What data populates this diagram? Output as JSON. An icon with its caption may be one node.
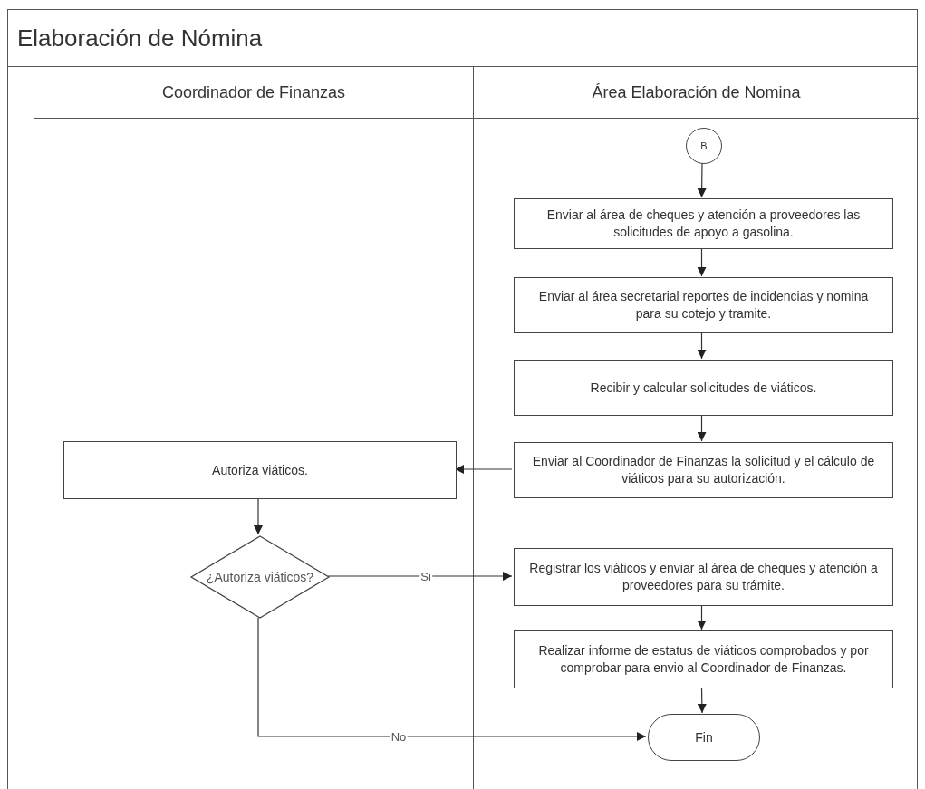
{
  "diagram": {
    "nodes": [
      {
        "text": [
          "Elaboración de Nómina"
        ]
      },
      {
        "text": [
          "Coordinador de Finanzas"
        ],
        "in": 0
      },
      {
        "text": [
          "Área Elaboración de Nomina"
        ],
        "in": 0
      },
      {
        "text": [
          "B"
        ],
        "in": 2
      },
      {
        "text": [
          "Enviar al área de cheques y atención a proveedores las solicitudes de apoyo a gasolina."
        ],
        "in": 2
      },
      {
        "text": [
          "Enviar al área secretarial reportes de incidencias y nomina para su cotejo y tramite."
        ],
        "in": 2
      },
      {
        "text": [
          "Recibir y calcular solicitudes de viáticos."
        ],
        "in": 2
      },
      {
        "text": [
          "Enviar al Coordinador de Finanzas la solicitud y el cálculo de viáticos para su autorización."
        ],
        "in": 2
      },
      {
        "text": [
          "Autoriza viáticos."
        ],
        "in": 1
      },
      {
        "text": [
          "¿Autoriza viáticos?"
        ],
        "in": 1
      },
      {
        "text": [
          "Registrar los viáticos y enviar al área de cheques y atención a proveedores para su trámite."
        ],
        "in": 2
      },
      {
        "text": [
          "Realizar informe de estatus de viáticos comprobados y por comprobar para envio al Coordinador de Finanzas."
        ],
        "in": 2
      },
      {
        "text": [
          "Fin"
        ],
        "in": 2
      }
    ],
    "edges": [
      {
        "from": 3,
        "to": 4,
        "arrow": "to"
      },
      {
        "from": 4,
        "to": 5,
        "arrow": "to"
      },
      {
        "from": 5,
        "to": 6,
        "arrow": "to"
      },
      {
        "from": 6,
        "to": 7,
        "arrow": "to"
      },
      {
        "from": 7,
        "to": 8,
        "arrow": "to"
      },
      {
        "from": 8,
        "to": 9,
        "arrow": "to"
      },
      {
        "from": 9,
        "to": 10,
        "arrow": "to",
        "label": "Si"
      },
      {
        "from": 10,
        "to": 11,
        "arrow": "to"
      },
      {
        "from": 11,
        "to": 12,
        "arrow": "to"
      },
      {
        "from": 9,
        "to": 12,
        "arrow": "to",
        "label": "No"
      }
    ]
  }
}
